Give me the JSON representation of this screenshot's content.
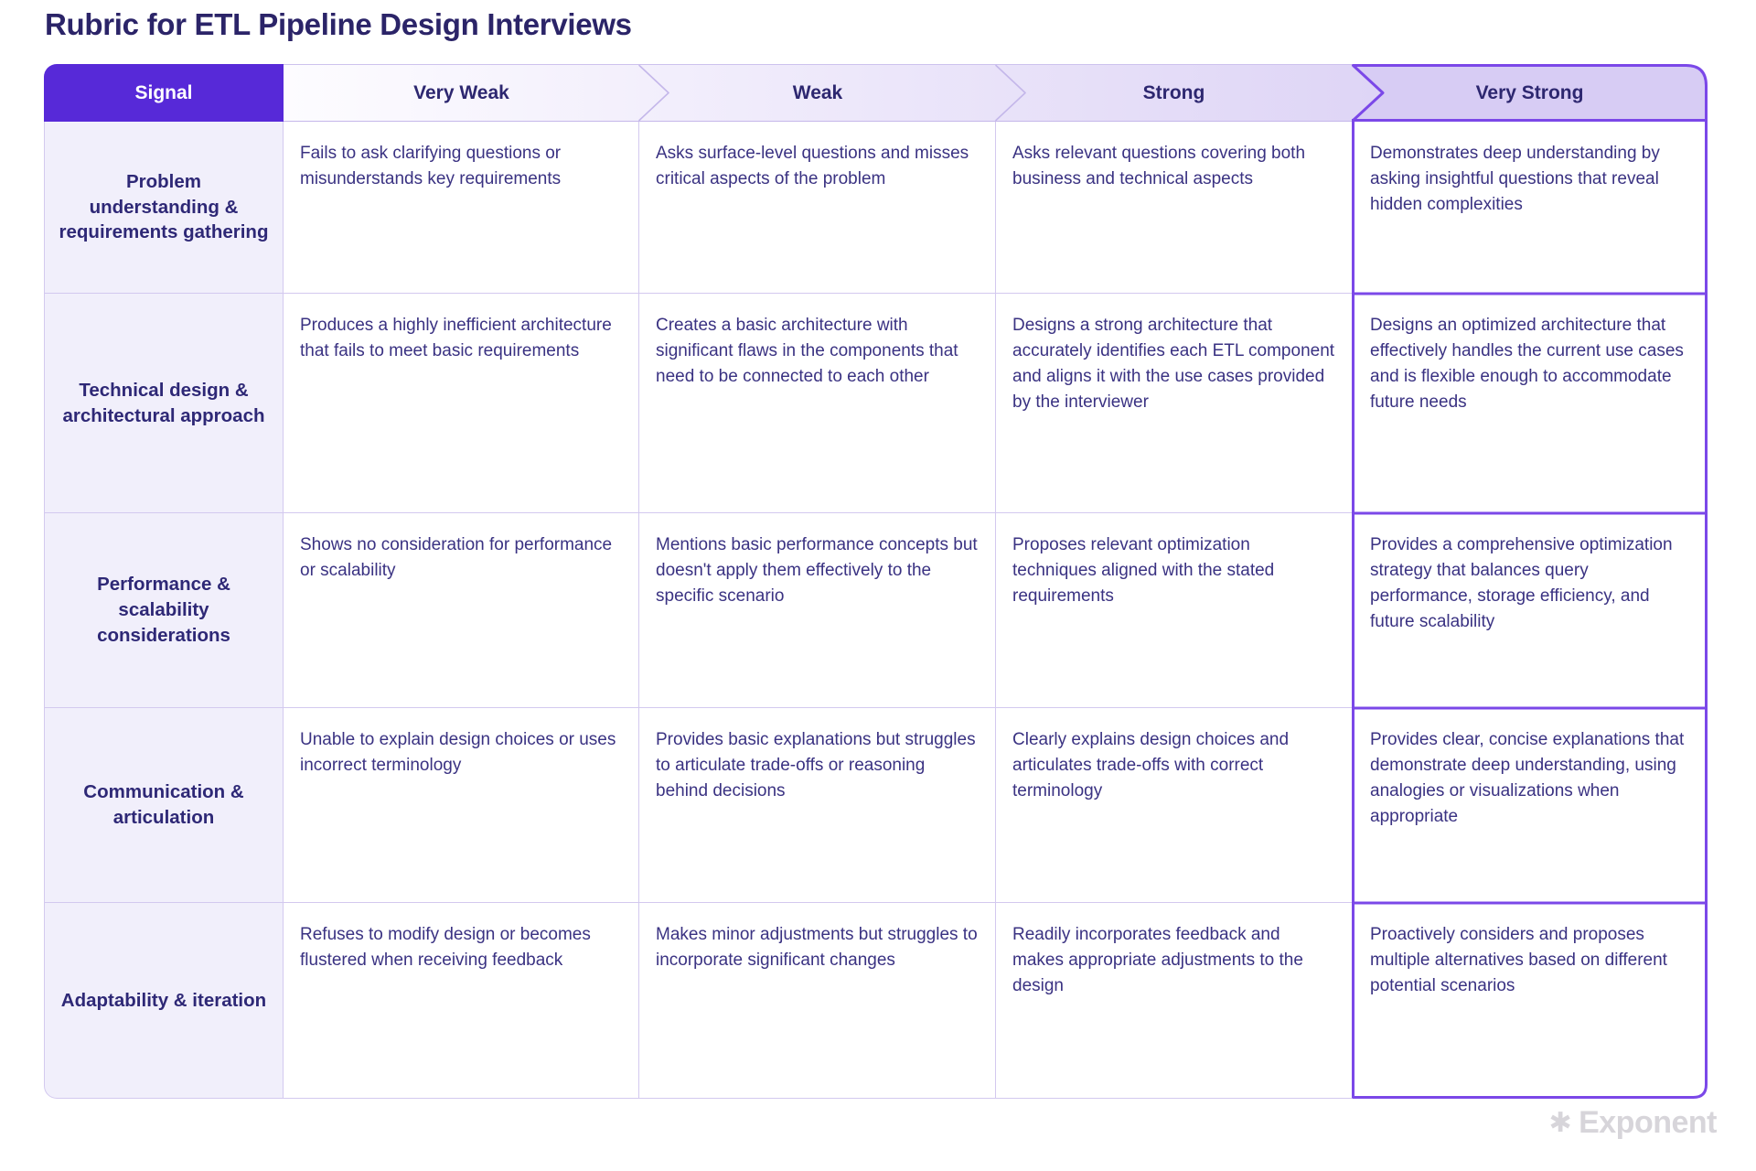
{
  "page_title": "Rubric for ETL Pipeline Design Interviews",
  "table": {
    "header": {
      "signal": "Signal",
      "levels": [
        "Very Weak",
        "Weak",
        "Strong",
        "Very Strong"
      ]
    },
    "rows": [
      {
        "label": "Problem understanding & requirements gathering",
        "cells": [
          "Fails to ask clarifying questions or misunderstands key requirements",
          "Asks surface-level questions and misses critical aspects of the problem",
          "Asks relevant questions covering both business and technical aspects",
          "Demonstrates deep understanding by asking insightful questions that reveal hidden complexities"
        ]
      },
      {
        "label": "Technical design & architectural approach",
        "cells": [
          "Produces a highly inefficient architecture that fails to meet basic requirements",
          "Creates a basic architecture with significant flaws in the components that need to be connected to each other",
          "Designs a strong architecture that accurately identifies each ETL component and aligns it with the use cases provided by the interviewer",
          "Designs an optimized architecture that effectively handles the current use cases and is flexible enough to accommodate future needs"
        ]
      },
      {
        "label": "Performance & scalability considerations",
        "cells": [
          "Shows no consideration for performance or scalability",
          "Mentions basic performance concepts but doesn't apply them effectively to the specific scenario",
          "Proposes relevant optimization techniques aligned with the stated requirements",
          "Provides a comprehensive optimization strategy that balances query performance, storage efficiency, and future scalability"
        ]
      },
      {
        "label": "Communication & articulation",
        "cells": [
          "Unable to explain design choices or uses incorrect terminology",
          "Provides basic explanations but struggles to articulate trade-offs or reasoning behind decisions",
          "Clearly explains design choices and articulates trade-offs with correct terminology",
          "Provides clear, concise explanations that demonstrate deep understanding, using analogies or visualizations when appropriate"
        ]
      },
      {
        "label": "Adaptability & iteration",
        "cells": [
          "Refuses to modify design or becomes flustered when receiving feedback",
          "Makes minor adjustments but struggles to incorporate significant changes",
          "Readily incorporates feedback and makes appropriate adjustments to the design",
          "Proactively considers and proposes multiple alternatives based on different potential scenarios"
        ]
      }
    ]
  },
  "branding": {
    "logo_text": "Exponent",
    "logo_icon": "heavy-asterisk-star",
    "logo_icon_glyph": "✱"
  },
  "colors": {
    "signal_header_bg": "#5729d8",
    "highlight_border": "#7b48e8",
    "header_gradient_start": "#fdfcff",
    "header_gradient_end": "#d8cdf4",
    "very_strong_header_bg": "#d7ccf4",
    "row_label_bg": "#f1effb",
    "grid_line": "#d3c9ef",
    "body_text": "#3a3282",
    "title_text": "#2b2468",
    "logo_text_color": "#d7d5da"
  }
}
